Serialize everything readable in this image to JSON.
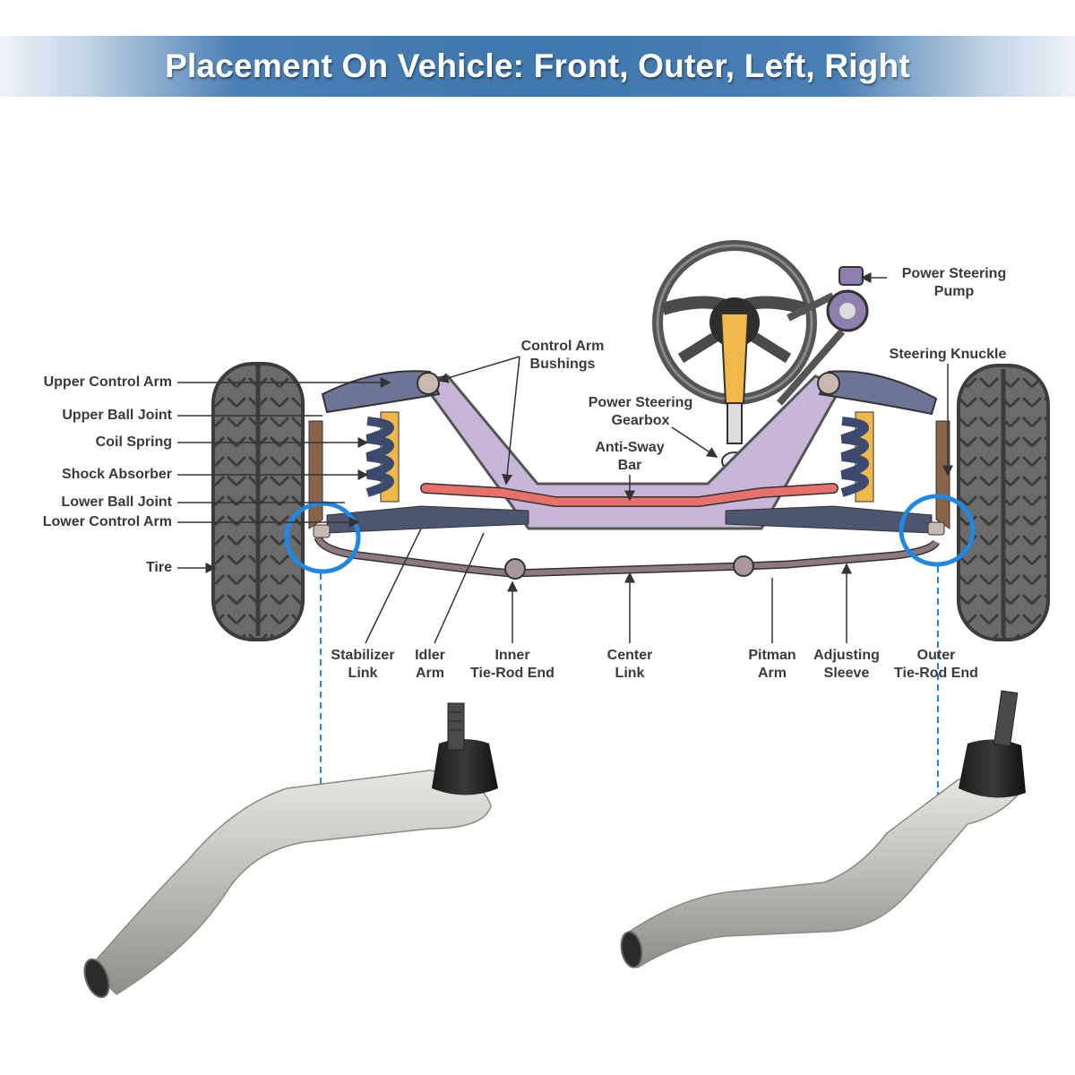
{
  "banner": {
    "title": "Placement On Vehicle: Front, Outer, Left, Right"
  },
  "labels": {
    "upper_control_arm": "Upper Control Arm",
    "upper_ball_joint": "Upper Ball Joint",
    "coil_spring": "Coil Spring",
    "shock_absorber": "Shock Absorber",
    "lower_ball_joint": "Lower Ball Joint",
    "lower_control_arm": "Lower Control Arm",
    "tire": "Tire",
    "control_arm_bushings_1": "Control Arm",
    "control_arm_bushings_2": "Bushings",
    "power_steering_pump_1": "Power Steering",
    "power_steering_pump_2": "Pump",
    "steering_knuckle": "Steering Knuckle",
    "power_steering_gearbox_1": "Power Steering",
    "power_steering_gearbox_2": "Gearbox",
    "anti_sway_bar_1": "Anti-Sway",
    "anti_sway_bar_2": "Bar",
    "stabilizer_link_1": "Stabilizer",
    "stabilizer_link_2": "Link",
    "idler_arm_1": "Idler",
    "idler_arm_2": "Arm",
    "inner_tie_rod_end_1": "Inner",
    "inner_tie_rod_end_2": "Tie-Rod End",
    "center_link_1": "Center",
    "center_link_2": "Link",
    "pitman_arm_1": "Pitman",
    "pitman_arm_2": "Arm",
    "adjusting_sleeve_1": "Adjusting",
    "adjusting_sleeve_2": "Sleeve",
    "outer_tie_rod_end_1": "Outer",
    "outer_tie_rod_end_2": "Tie-Rod End"
  },
  "colors": {
    "banner_blue": "#3f77ae",
    "highlight_blue": "#1e88e5",
    "frame_purple": "#c8b6d8",
    "sway_bar_red": "#e8706a",
    "tire_gray": "#6b6b6b",
    "knuckle_brown": "#8a6248",
    "shock_yellow": "#f0b84a",
    "part_silver": "#c9c8c3"
  },
  "products": [
    {
      "name": "left-outer-tie-rod-end"
    },
    {
      "name": "right-outer-tie-rod-end"
    }
  ]
}
